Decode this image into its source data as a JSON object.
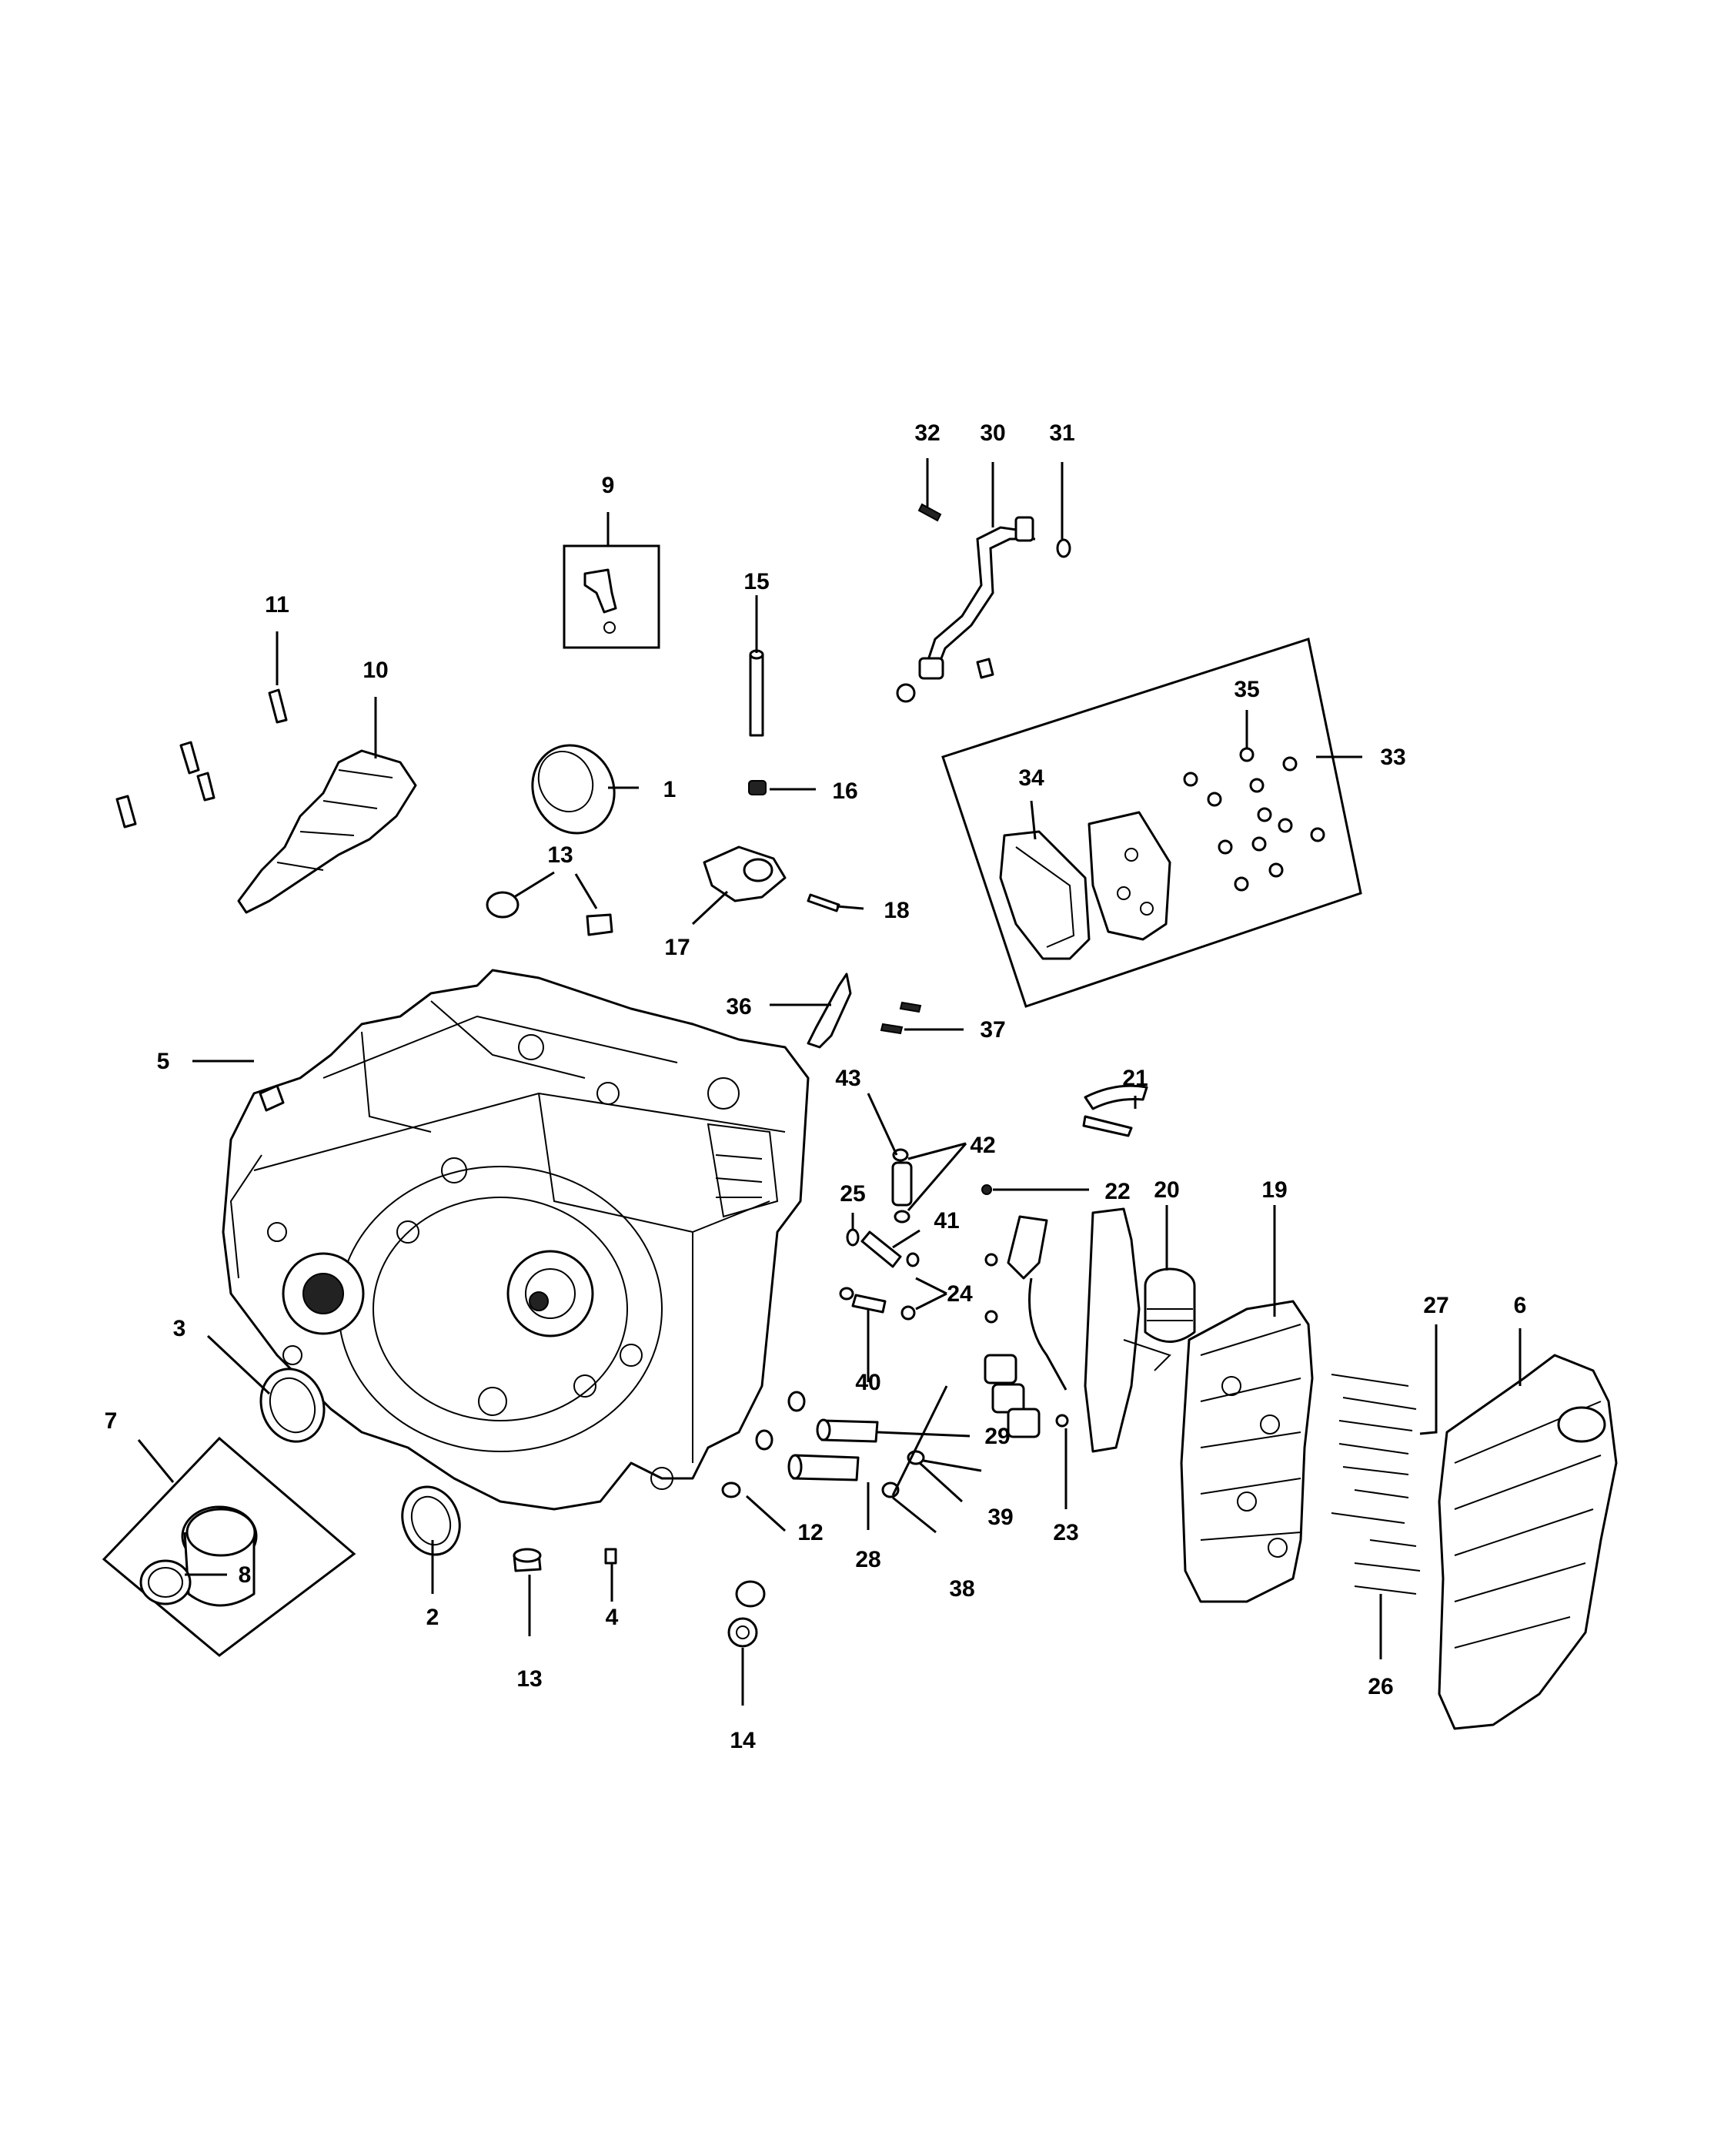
{
  "diagram": {
    "callouts": [
      {
        "id": "c1",
        "text": "1"
      },
      {
        "id": "c2",
        "text": "2"
      },
      {
        "id": "c3",
        "text": "3"
      },
      {
        "id": "c4",
        "text": "4"
      },
      {
        "id": "c5",
        "text": "5"
      },
      {
        "id": "c6",
        "text": "6"
      },
      {
        "id": "c7",
        "text": "7"
      },
      {
        "id": "c8",
        "text": "8"
      },
      {
        "id": "c9",
        "text": "9"
      },
      {
        "id": "c10",
        "text": "10"
      },
      {
        "id": "c11",
        "text": "11"
      },
      {
        "id": "c12",
        "text": "12"
      },
      {
        "id": "c13a",
        "text": "13"
      },
      {
        "id": "c13b",
        "text": "13"
      },
      {
        "id": "c14",
        "text": "14"
      },
      {
        "id": "c15",
        "text": "15"
      },
      {
        "id": "c16",
        "text": "16"
      },
      {
        "id": "c17",
        "text": "17"
      },
      {
        "id": "c18",
        "text": "18"
      },
      {
        "id": "c19",
        "text": "19"
      },
      {
        "id": "c20",
        "text": "20"
      },
      {
        "id": "c21",
        "text": "21"
      },
      {
        "id": "c22",
        "text": "22"
      },
      {
        "id": "c23",
        "text": "23"
      },
      {
        "id": "c24",
        "text": "24"
      },
      {
        "id": "c25",
        "text": "25"
      },
      {
        "id": "c26",
        "text": "26"
      },
      {
        "id": "c27",
        "text": "27"
      },
      {
        "id": "c28",
        "text": "28"
      },
      {
        "id": "c29",
        "text": "29"
      },
      {
        "id": "c30",
        "text": "30"
      },
      {
        "id": "c31",
        "text": "31"
      },
      {
        "id": "c32",
        "text": "32"
      },
      {
        "id": "c33",
        "text": "33"
      },
      {
        "id": "c34",
        "text": "34"
      },
      {
        "id": "c35",
        "text": "35"
      },
      {
        "id": "c36",
        "text": "36"
      },
      {
        "id": "c37",
        "text": "37"
      },
      {
        "id": "c38",
        "text": "38"
      },
      {
        "id": "c39",
        "text": "39"
      },
      {
        "id": "c40",
        "text": "40"
      },
      {
        "id": "c41",
        "text": "41"
      },
      {
        "id": "c42",
        "text": "42"
      },
      {
        "id": "c43",
        "text": "43"
      }
    ]
  }
}
